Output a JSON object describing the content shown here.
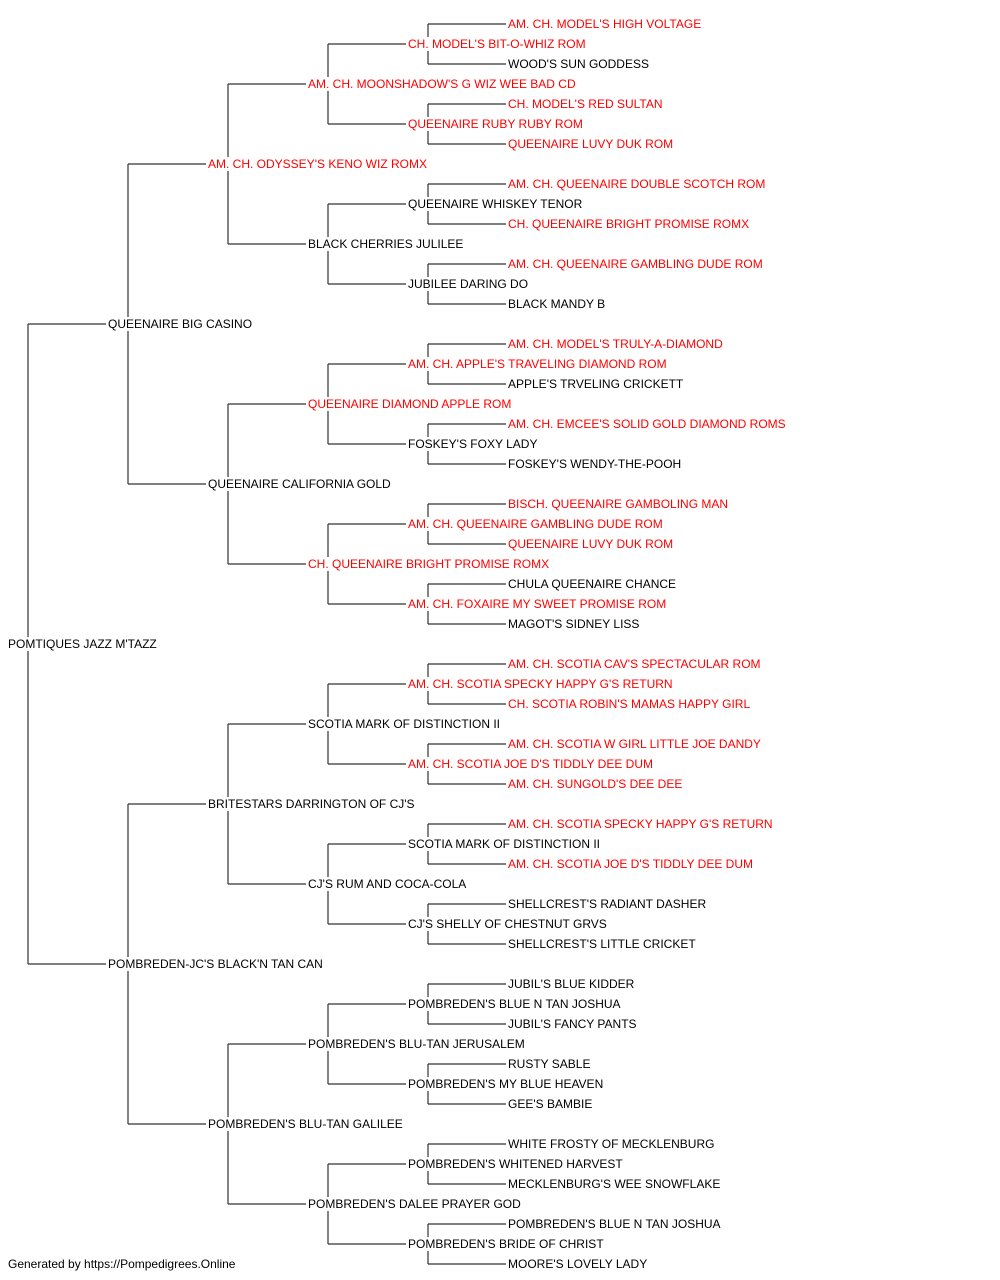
{
  "colors": {
    "champion": "#ff0000",
    "normal": "#000000",
    "line": "#333333"
  },
  "pedigree": {
    "name": "POMTIQUES JAZZ M'TAZZ",
    "champion": false,
    "sire": {
      "name": "QUEENAIRE BIG CASINO",
      "champion": false,
      "sire": {
        "name": "AM. CH. ODYSSEY'S KENO WIZ ROMX",
        "champion": true,
        "sire": {
          "name": "AM. CH. MOONSHADOW'S G WIZ WEE BAD CD",
          "champion": true,
          "sire": {
            "name": "CH. MODEL'S BIT-O-WHIZ ROM",
            "champion": true,
            "sire": {
              "name": "AM. CH. MODEL'S HIGH VOLTAGE",
              "champion": true
            },
            "dam": {
              "name": "WOOD'S SUN GODDESS",
              "champion": false
            }
          },
          "dam": {
            "name": "QUEENAIRE RUBY RUBY ROM",
            "champion": true,
            "sire": {
              "name": "CH. MODEL'S RED SULTAN",
              "champion": true
            },
            "dam": {
              "name": "QUEENAIRE LUVY DUK ROM",
              "champion": true
            }
          }
        },
        "dam": {
          "name": "BLACK CHERRIES JULILEE",
          "champion": false,
          "sire": {
            "name": "QUEENAIRE WHISKEY TENOR",
            "champion": false,
            "sire": {
              "name": "AM. CH. QUEENAIRE DOUBLE SCOTCH ROM",
              "champion": true
            },
            "dam": {
              "name": "CH. QUEENAIRE BRIGHT PROMISE ROMX",
              "champion": true
            }
          },
          "dam": {
            "name": "JUBILEE DARING DO",
            "champion": false,
            "sire": {
              "name": "AM. CH. QUEENAIRE GAMBLING DUDE ROM",
              "champion": true
            },
            "dam": {
              "name": "BLACK MANDY B",
              "champion": false
            }
          }
        }
      },
      "dam": {
        "name": "QUEENAIRE CALIFORNIA GOLD",
        "champion": false,
        "sire": {
          "name": "QUEENAIRE DIAMOND APPLE ROM",
          "champion": true,
          "sire": {
            "name": "AM. CH. APPLE'S TRAVELING DIAMOND ROM",
            "champion": true,
            "sire": {
              "name": "AM. CH. MODEL'S TRULY-A-DIAMOND",
              "champion": true
            },
            "dam": {
              "name": "APPLE'S TRVELING CRICKETT",
              "champion": false
            }
          },
          "dam": {
            "name": "FOSKEY'S FOXY LADY",
            "champion": false,
            "sire": {
              "name": "AM. CH. EMCEE'S SOLID GOLD DIAMOND ROMS",
              "champion": true
            },
            "dam": {
              "name": "FOSKEY'S WENDY-THE-POOH",
              "champion": false
            }
          }
        },
        "dam": {
          "name": "CH. QUEENAIRE BRIGHT PROMISE ROMX",
          "champion": true,
          "sire": {
            "name": "AM. CH. QUEENAIRE GAMBLING DUDE ROM",
            "champion": true,
            "sire": {
              "name": "BISCH. QUEENAIRE GAMBOLING MAN",
              "champion": true
            },
            "dam": {
              "name": "QUEENAIRE LUVY DUK ROM",
              "champion": true
            }
          },
          "dam": {
            "name": "AM. CH. FOXAIRE MY SWEET PROMISE ROM",
            "champion": true,
            "sire": {
              "name": "CHULA QUEENAIRE CHANCE",
              "champion": false
            },
            "dam": {
              "name": "MAGOT'S SIDNEY LISS",
              "champion": false
            }
          }
        }
      }
    },
    "dam": {
      "name": "POMBREDEN-JC'S BLACK'N TAN CAN",
      "champion": false,
      "sire": {
        "name": "BRITESTARS DARRINGTON OF CJ'S",
        "champion": false,
        "sire": {
          "name": "SCOTIA MARK OF DISTINCTION II",
          "champion": false,
          "sire": {
            "name": "AM. CH. SCOTIA SPECKY HAPPY G'S RETURN",
            "champion": true,
            "sire": {
              "name": "AM. CH. SCOTIA CAV'S SPECTACULAR ROM",
              "champion": true
            },
            "dam": {
              "name": "CH. SCOTIA ROBIN'S MAMAS HAPPY GIRL",
              "champion": true
            }
          },
          "dam": {
            "name": "AM. CH. SCOTIA JOE D'S TIDDLY DEE DUM",
            "champion": true,
            "sire": {
              "name": "AM. CH. SCOTIA W GIRL LITTLE JOE DANDY",
              "champion": true
            },
            "dam": {
              "name": "AM. CH. SUNGOLD'S DEE DEE",
              "champion": true
            }
          }
        },
        "dam": {
          "name": "CJ'S RUM AND COCA-COLA",
          "champion": false,
          "sire": {
            "name": "SCOTIA MARK OF DISTINCTION II",
            "champion": false,
            "sire": {
              "name": "AM. CH. SCOTIA SPECKY HAPPY G'S RETURN",
              "champion": true
            },
            "dam": {
              "name": "AM. CH. SCOTIA JOE D'S TIDDLY DEE DUM",
              "champion": true
            }
          },
          "dam": {
            "name": "CJ'S SHELLY OF CHESTNUT GRVS",
            "champion": false,
            "sire": {
              "name": "SHELLCREST'S RADIANT DASHER",
              "champion": false
            },
            "dam": {
              "name": "SHELLCREST'S LITTLE CRICKET",
              "champion": false
            }
          }
        }
      },
      "dam": {
        "name": "POMBREDEN'S BLU-TAN GALILEE",
        "champion": false,
        "sire": {
          "name": "POMBREDEN'S BLU-TAN JERUSALEM",
          "champion": false,
          "sire": {
            "name": "POMBREDEN'S BLUE N TAN JOSHUA",
            "champion": false,
            "sire": {
              "name": "JUBIL'S BLUE KIDDER",
              "champion": false
            },
            "dam": {
              "name": "JUBIL'S FANCY PANTS",
              "champion": false
            }
          },
          "dam": {
            "name": "POMBREDEN'S MY BLUE HEAVEN",
            "champion": false,
            "sire": {
              "name": "RUSTY SABLE",
              "champion": false
            },
            "dam": {
              "name": "GEE'S BAMBIE",
              "champion": false
            }
          }
        },
        "dam": {
          "name": "POMBREDEN'S DALEE PRAYER GOD",
          "champion": false,
          "sire": {
            "name": "POMBREDEN'S WHITENED HARVEST",
            "champion": false,
            "sire": {
              "name": "WHITE FROSTY OF MECKLENBURG",
              "champion": false
            },
            "dam": {
              "name": "MECKLENBURG'S WEE SNOWFLAKE",
              "champion": false
            }
          },
          "dam": {
            "name": "POMBREDEN'S BRIDE OF CHRIST",
            "champion": false,
            "sire": {
              "name": "POMBREDEN'S BLUE N TAN JOSHUA",
              "champion": false
            },
            "dam": {
              "name": "MOORE'S LOVELY LADY",
              "champion": false
            }
          }
        }
      }
    }
  },
  "footer": "Generated by https://Pompedigrees.Online"
}
